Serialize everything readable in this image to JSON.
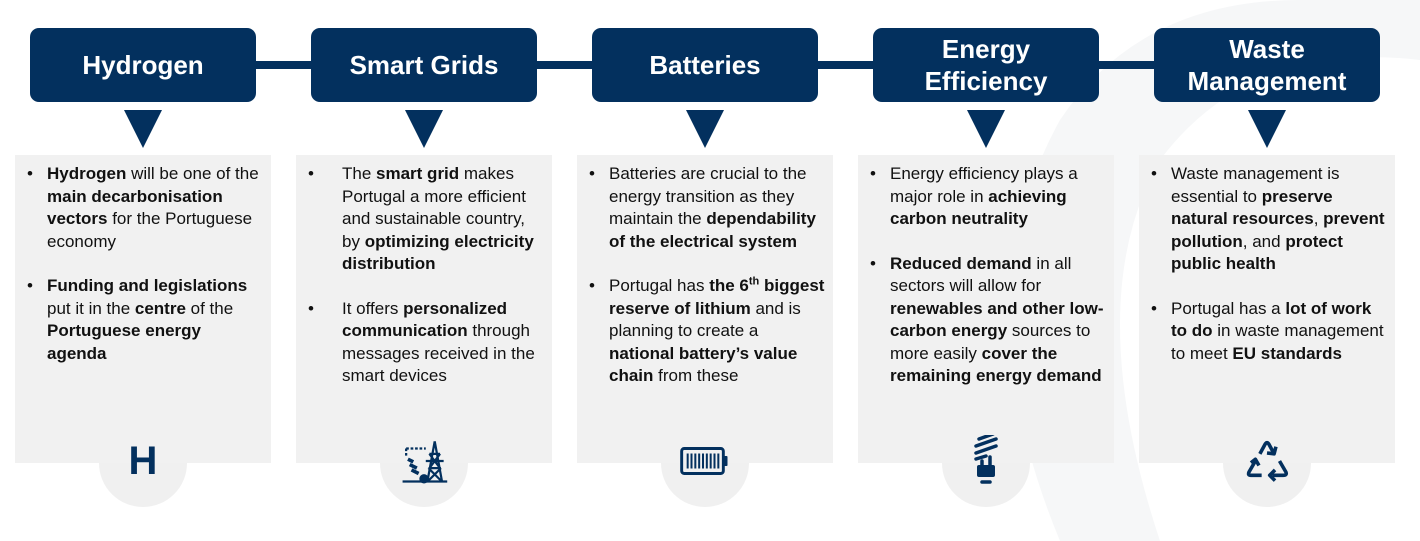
{
  "columns": [
    {
      "title": "Hydrogen",
      "icon": "hydrogen-icon",
      "icon_text": "H",
      "bullets": [
        [
          {
            "t": "Hydrogen",
            "b": true
          },
          {
            "t": " will be one of the "
          },
          {
            "t": "main decarbonisation vectors",
            "b": true
          },
          {
            "t": " for the Portuguese economy"
          }
        ],
        [
          {
            "t": "Funding and legislations",
            "b": true
          },
          {
            "t": " put it in the "
          },
          {
            "t": "centre",
            "b": true
          },
          {
            "t": " of the "
          },
          {
            "t": "Portuguese energy agenda",
            "b": true
          }
        ]
      ]
    },
    {
      "title": "Smart Grids",
      "icon": "power-tower-solar-icon",
      "bullets": [
        [
          {
            "t": "The "
          },
          {
            "t": "smart grid",
            "b": true
          },
          {
            "t": " makes Portugal a more efficient and sustainable country, by "
          },
          {
            "t": "optimizing electricity distribution",
            "b": true
          }
        ],
        [
          {
            "t": "It offers "
          },
          {
            "t": "personalized communication",
            "b": true
          },
          {
            "t": " through messages received in the smart devices"
          }
        ]
      ]
    },
    {
      "title": "Batteries",
      "icon": "battery-icon",
      "bullets": [
        [
          {
            "t": "Batteries are crucial to the energy transition as they maintain the "
          },
          {
            "t": "dependability of the electrical system",
            "b": true
          }
        ],
        [
          {
            "t": "Portugal has "
          },
          {
            "t": "the 6",
            "b": true
          },
          {
            "t": "th",
            "b": true,
            "sup": true
          },
          {
            "t": " biggest reserve of lithium",
            "b": true
          },
          {
            "t": " and is planning to create a "
          },
          {
            "t": "national battery’s value chain",
            "b": true
          },
          {
            "t": " from these"
          }
        ]
      ]
    },
    {
      "title": "Energy Efficiency",
      "icon": "light-bulb-icon",
      "bullets": [
        [
          {
            "t": "Energy efficiency plays a major role in "
          },
          {
            "t": "achieving carbon neutrality",
            "b": true
          }
        ],
        [
          {
            "t": "Reduced demand",
            "b": true
          },
          {
            "t": " in all sectors will allow for "
          },
          {
            "t": "renewables and other low-carbon energy",
            "b": true
          },
          {
            "t": " sources to more easily "
          },
          {
            "t": "cover the remaining energy demand",
            "b": true
          }
        ]
      ]
    },
    {
      "title": "Waste Management",
      "icon": "recycle-icon",
      "bullets": [
        [
          {
            "t": "Waste management is essential to "
          },
          {
            "t": "preserve natural resources",
            "b": true
          },
          {
            "t": ", "
          },
          {
            "t": "prevent pollution",
            "b": true
          },
          {
            "t": ", and "
          },
          {
            "t": "protect public health",
            "b": true
          }
        ],
        [
          {
            "t": "Portugal has a "
          },
          {
            "t": "lot of work to do",
            "b": true
          },
          {
            "t": " in waste management to meet "
          },
          {
            "t": "EU standards",
            "b": true
          }
        ]
      ]
    }
  ]
}
